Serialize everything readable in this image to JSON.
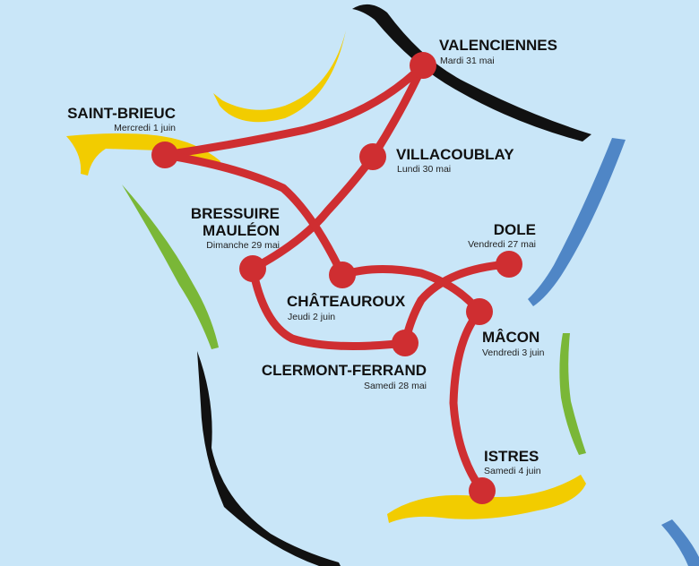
{
  "map": {
    "colors": {
      "background": "#c9e6f8",
      "route": "#cf2e31",
      "border_black": "#111111",
      "border_yellow": "#f2cc00",
      "border_green": "#7ab737",
      "border_blue": "#4f86c6"
    },
    "stops": [
      {
        "city": "VALENCIENNES",
        "date": "Mardi 31 mai"
      },
      {
        "city": "SAINT-BRIEUC",
        "date": "Mercredi 1 juin"
      },
      {
        "city": "VILLACOUBLAY",
        "date": "Lundi 30 mai"
      },
      {
        "city_line1": "BRESSUIRE",
        "city_line2": "MAULÉON",
        "date": "Dimanche 29 mai"
      },
      {
        "city": "DOLE",
        "date": "Vendredi 27 mai"
      },
      {
        "city": "CHÂTEAUROUX",
        "date": "Jeudi 2 juin"
      },
      {
        "city": "MÂCON",
        "date": "Vendredi 3 juin"
      },
      {
        "city": "CLERMONT-FERRAND",
        "date": "Samedi 28 mai"
      },
      {
        "city": "ISTRES",
        "date": "Samedi 4 juin"
      }
    ]
  }
}
